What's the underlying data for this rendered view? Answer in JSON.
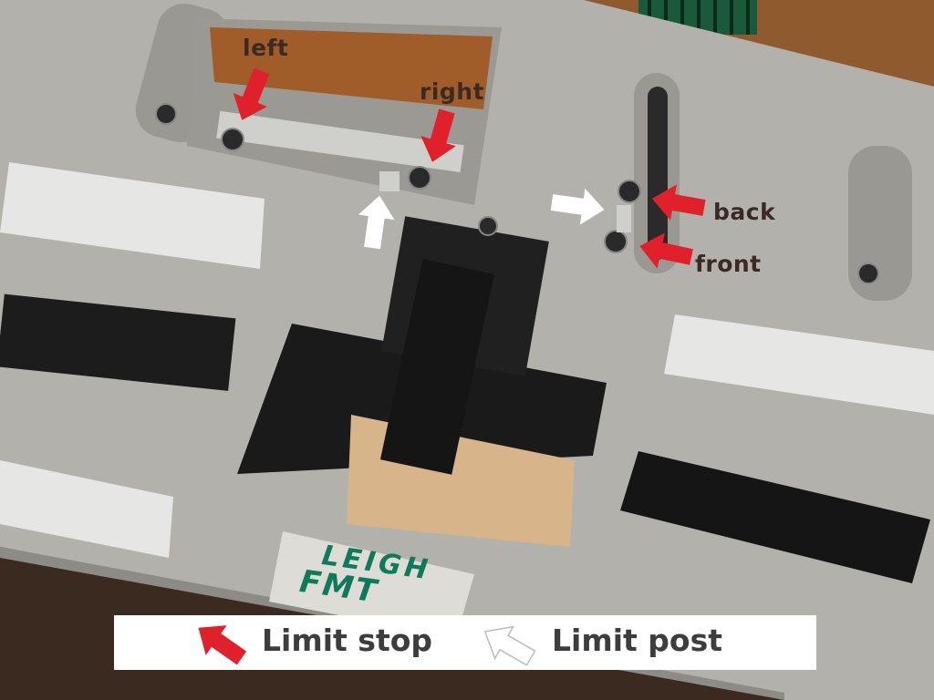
{
  "callouts": {
    "left": "left",
    "right": "right",
    "back": "back",
    "front": "front"
  },
  "legend": {
    "limit_stop": "Limit stop",
    "limit_post": "Limit post"
  },
  "logo": {
    "line1": "LEIGH",
    "line2": "FMT"
  },
  "colors": {
    "limit_stop_arrow": "#e0202a",
    "limit_post_arrow": "#ffffff",
    "plate": "#b3b1ac",
    "logo_green": "#0f7a5a"
  }
}
